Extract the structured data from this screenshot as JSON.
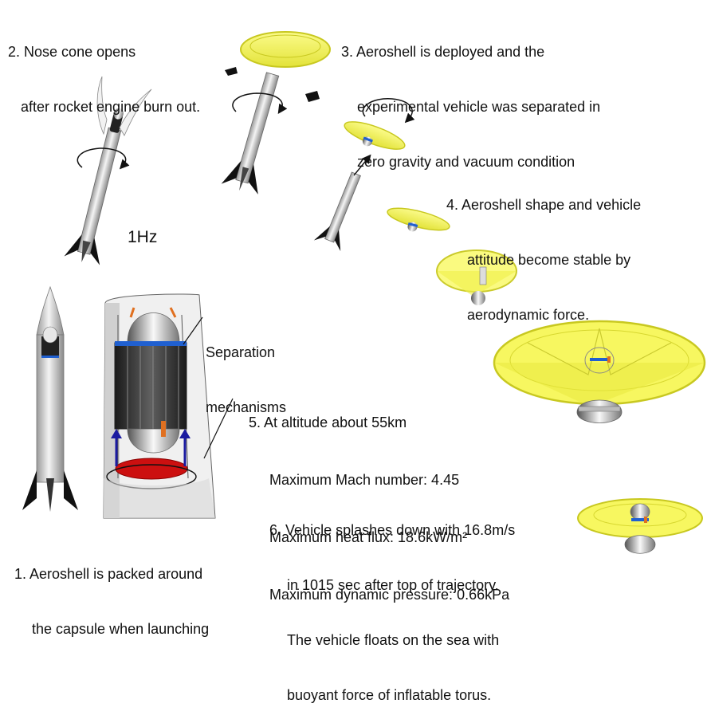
{
  "steps": {
    "s1": {
      "number": "1.",
      "line1": "Aeroshell is packed around",
      "line2": "the capsule when launching"
    },
    "s2": {
      "number": "2.",
      "line1": "Nose cone opens",
      "line2": "after rocket engine burn out."
    },
    "s3": {
      "number": "3.",
      "line1": "Aeroshell is deployed and the",
      "line2": "experimental vehicle was separated in",
      "line3": "zero gravity and vacuum condition"
    },
    "s4": {
      "number": "4.",
      "line1": "Aeroshell shape and vehicle",
      "line2": "attitude become stable by",
      "line3": "aerodynamic force."
    },
    "s5": {
      "number": "5.",
      "line1": "At altitude about 55km",
      "line2": "Maximum Mach number: 4.45",
      "line3": "Maximum heat flux: 18.6kW/m²",
      "line4": "Maximum dynamic pressure: 0.66kPa"
    },
    "s6": {
      "number": "6.",
      "line1": "Vehicle splashes down with 16.8m/s",
      "line2": "in 1015 sec after top of trajectory.",
      "line3": "The vehicle floats on the sea with",
      "line4": "buoyant force of inflatable torus."
    }
  },
  "spin_rate": "1Hz",
  "separation_label": {
    "line1": "Separation",
    "line2": "mechanisms"
  },
  "colors": {
    "aeroshell": "#f2f25a",
    "aeroshell_edge": "#c8c820",
    "rocket_body": "#e4e4e4",
    "fins": "#111111",
    "capsule_band": "#2060d0",
    "separation_ring": "#cc1010",
    "arrows": "#1a1aa0",
    "orange_parts": "#e07020"
  }
}
